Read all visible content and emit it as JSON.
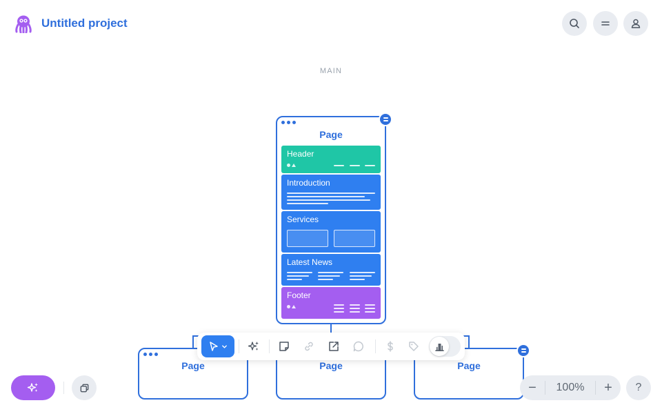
{
  "header": {
    "project_title": "Untitled project",
    "logo_icon": "octopus-logo",
    "brand_color": "#a45ef0",
    "accent_color": "#2f6fdc",
    "actions": [
      {
        "name": "search-button",
        "icon": "search-icon"
      },
      {
        "name": "menu-button",
        "icon": "menu-icon"
      },
      {
        "name": "account-button",
        "icon": "user-icon"
      }
    ]
  },
  "canvas": {
    "section_label": "MAIN",
    "root_page": {
      "title": "Page",
      "sections": [
        {
          "label": "Header",
          "color": "#1fc6a6"
        },
        {
          "label": "Introduction",
          "color": "#2f7ff0"
        },
        {
          "label": "Services",
          "color": "#2f7ff0"
        },
        {
          "label": "Latest News",
          "color": "#2f7ff0"
        },
        {
          "label": "Footer",
          "color": "#a45ef0"
        }
      ]
    },
    "child_pages": [
      {
        "title": "Page"
      },
      {
        "title": "Page"
      },
      {
        "title": "Page"
      }
    ]
  },
  "toolbar": {
    "tools": [
      "select-tool",
      "ai-magic-tool",
      "note-tool",
      "link-tool",
      "open-external-tool",
      "comment-tool",
      "price-tool",
      "tag-tool",
      "stats-toggle"
    ]
  },
  "footer": {
    "ai_button_icon": "sparkles-icon",
    "pages_button_icon": "copy-icon",
    "zoom_minus": "−",
    "zoom_level": "100%",
    "zoom_plus": "+",
    "help": "?"
  }
}
